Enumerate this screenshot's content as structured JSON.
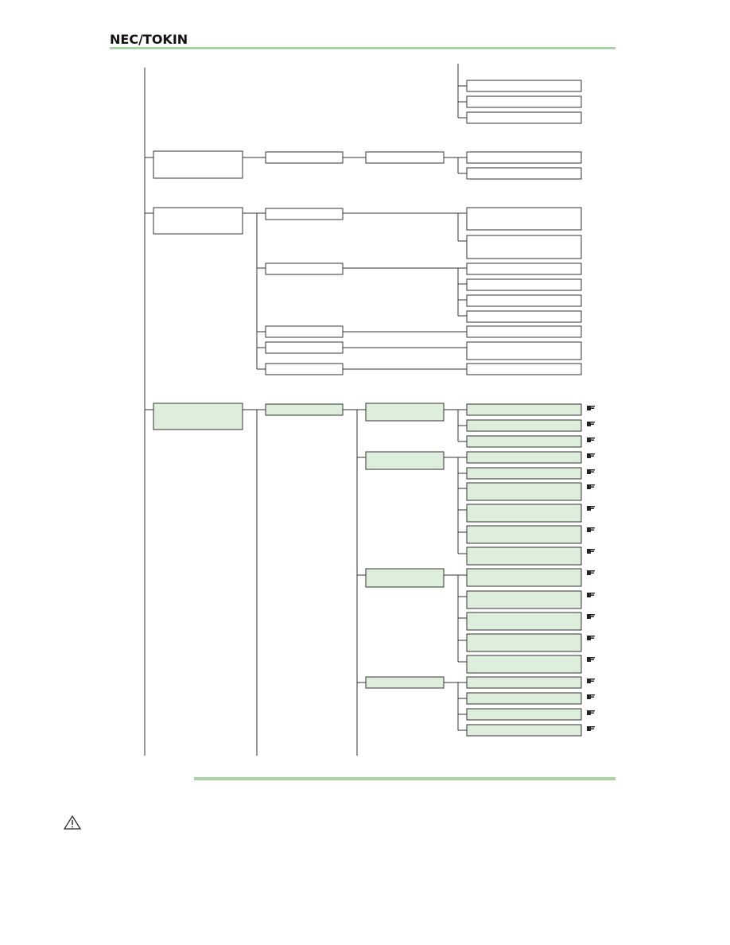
{
  "header": {
    "logo_text": "NEC/TOKIN"
  },
  "icons": {
    "pointer_hand": "pointing-hand-glyph",
    "warning": "warning-triangle"
  },
  "colors": {
    "accent_green": "#a8d3a5",
    "box_green_fill": "#ddeedd",
    "line": "#333333"
  }
}
